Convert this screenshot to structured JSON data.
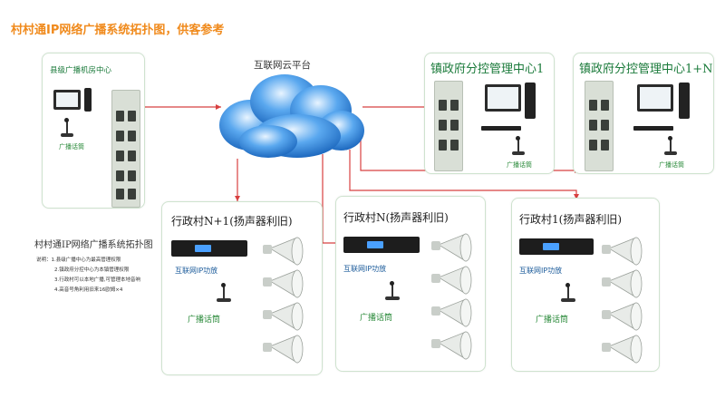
{
  "title": "村村通IP网络广播系统拓扑图，供客参考",
  "cloud": {
    "label": "互联网云平台"
  },
  "county": {
    "title": "县级广播机房中心",
    "mic_label": "广播话筒"
  },
  "town1": {
    "title": "镇政府分控管理中心1",
    "mic_label": "广播话筒"
  },
  "townN": {
    "title": "镇政府分控管理中心1+N",
    "mic_label": "广播话筒"
  },
  "villages": [
    {
      "title": "行政村N+1(扬声器利旧)",
      "amp_label": "互联网IP功放",
      "mic_label": "广播话筒"
    },
    {
      "title": "行政村N(扬声器利旧)",
      "amp_label": "互联网IP功放",
      "mic_label": "广播话筒"
    },
    {
      "title": "行政村1(扬声器利旧)",
      "amp_label": "互联网IP功放",
      "mic_label": "广播话筒"
    }
  ],
  "legend": {
    "title": "村村通IP网络广播系统拓扑图",
    "lines": [
      "说明：1.县级广播中心为最高管理权限",
      "2.镇政府分控中心为本镇管理权限",
      "3.行政村可以本地广播,可管理本地音响",
      "4.高音号角利用旧来16欧姆×4"
    ]
  },
  "colors": {
    "title": "#f08a1c",
    "box_title": "#1a7a3a",
    "link": "#d84040",
    "cloud": "#2a7fd4"
  }
}
